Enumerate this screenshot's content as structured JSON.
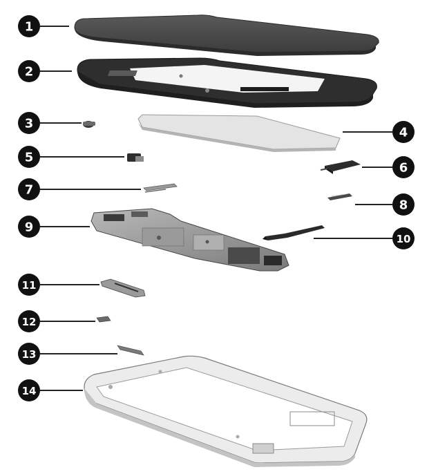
{
  "diagram": {
    "callouts": [
      {
        "label": "1"
      },
      {
        "label": "2"
      },
      {
        "label": "3"
      },
      {
        "label": "4"
      },
      {
        "label": "5"
      },
      {
        "label": "6"
      },
      {
        "label": "7"
      },
      {
        "label": "8"
      },
      {
        "label": "9"
      },
      {
        "label": "10"
      },
      {
        "label": "11"
      },
      {
        "label": "12"
      },
      {
        "label": "13"
      },
      {
        "label": "14"
      }
    ],
    "colors": {
      "callout_fill": "#111111",
      "callout_text": "#ffffff",
      "leader_line": "#222222",
      "cover_dark": "#4a4a4a",
      "frame_dark": "#2e2e2e",
      "display_light": "#e4e4e4",
      "board_gray": "#8a8a8a",
      "enclosure_light": "#ececec"
    }
  }
}
